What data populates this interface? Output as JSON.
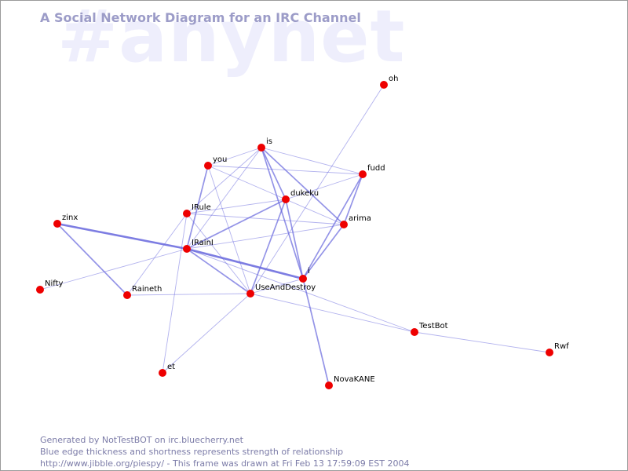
{
  "channel": "#anynet",
  "title": "A Social Network Diagram for an IRC Channel",
  "colors": {
    "node": "#ee0000",
    "edge": "#6666dd",
    "title": "#9c9cc8",
    "footer": "#7c7ca8",
    "watermark": "#eeeefc"
  },
  "footer": {
    "line1": "Generated by NotTestBOT on irc.bluecherry.net",
    "line2": "Blue edge thickness and shortness represents strength of relationship",
    "line3": "http://www.jibble.org/piespy/ - This frame was drawn at Fri Feb 13 17:59:09 EST 2004"
  },
  "nodes": [
    {
      "id": "oh",
      "label": "oh"
    },
    {
      "id": "is",
      "label": "is"
    },
    {
      "id": "you",
      "label": "you"
    },
    {
      "id": "fudd",
      "label": "fudd"
    },
    {
      "id": "dukeku",
      "label": "dukeku"
    },
    {
      "id": "IRule",
      "label": "IRule"
    },
    {
      "id": "arima",
      "label": "arima"
    },
    {
      "id": "zinx",
      "label": "zinx"
    },
    {
      "id": "IRainI",
      "label": "IRainI"
    },
    {
      "id": "i",
      "label": "i"
    },
    {
      "id": "Nifty",
      "label": "Nifty"
    },
    {
      "id": "UseAndDestroy",
      "label": "UseAndDestroy"
    },
    {
      "id": "Raineth",
      "label": "Raineth"
    },
    {
      "id": "TestBot",
      "label": "TestBot"
    },
    {
      "id": "Rwf",
      "label": "Rwf"
    },
    {
      "id": "et",
      "label": "et"
    },
    {
      "id": "NovaKANE",
      "label": "NovaKANE"
    }
  ],
  "edges": [
    {
      "source": "zinx",
      "target": "IRainI",
      "strength": 3
    },
    {
      "source": "IRainI",
      "target": "i",
      "strength": 3
    },
    {
      "source": "zinx",
      "target": "Raineth",
      "strength": 2
    },
    {
      "source": "is",
      "target": "i",
      "strength": 2
    },
    {
      "source": "dukeku",
      "target": "i",
      "strength": 2
    },
    {
      "source": "i",
      "target": "NovaKANE",
      "strength": 2
    },
    {
      "source": "fudd",
      "target": "i",
      "strength": 2
    },
    {
      "source": "IRainI",
      "target": "UseAndDestroy",
      "strength": 2
    },
    {
      "source": "is",
      "target": "arima",
      "strength": 2
    },
    {
      "source": "you",
      "target": "IRainI",
      "strength": 2
    },
    {
      "source": "dukeku",
      "target": "UseAndDestroy",
      "strength": 2
    },
    {
      "source": "is",
      "target": "dukeku",
      "strength": 2
    },
    {
      "source": "IRainI",
      "target": "dukeku",
      "strength": 2
    },
    {
      "source": "fudd",
      "target": "arima",
      "strength": 2
    },
    {
      "source": "arima",
      "target": "i",
      "strength": 2
    },
    {
      "source": "oh",
      "target": "UseAndDestroy",
      "strength": 1
    },
    {
      "source": "is",
      "target": "fudd",
      "strength": 1
    },
    {
      "source": "is",
      "target": "you",
      "strength": 1
    },
    {
      "source": "is",
      "target": "IRule",
      "strength": 1
    },
    {
      "source": "is",
      "target": "IRainI",
      "strength": 1
    },
    {
      "source": "you",
      "target": "fudd",
      "strength": 1
    },
    {
      "source": "you",
      "target": "dukeku",
      "strength": 1
    },
    {
      "source": "you",
      "target": "UseAndDestroy",
      "strength": 1
    },
    {
      "source": "fudd",
      "target": "dukeku",
      "strength": 1
    },
    {
      "source": "IRule",
      "target": "dukeku",
      "strength": 1
    },
    {
      "source": "IRule",
      "target": "UseAndDestroy",
      "strength": 1
    },
    {
      "source": "IRule",
      "target": "et",
      "strength": 1
    },
    {
      "source": "IRule",
      "target": "Raineth",
      "strength": 1
    },
    {
      "source": "IRule",
      "target": "arima",
      "strength": 1
    },
    {
      "source": "dukeku",
      "target": "arima",
      "strength": 1
    },
    {
      "source": "IRainI",
      "target": "arima",
      "strength": 1
    },
    {
      "source": "IRainI",
      "target": "Nifty",
      "strength": 1
    },
    {
      "source": "IRainI",
      "target": "TestBot",
      "strength": 1
    },
    {
      "source": "UseAndDestroy",
      "target": "TestBot",
      "strength": 1
    },
    {
      "source": "UseAndDestroy",
      "target": "et",
      "strength": 1
    },
    {
      "source": "UseAndDestroy",
      "target": "Raineth",
      "strength": 1
    },
    {
      "source": "UseAndDestroy",
      "target": "i",
      "strength": 1
    },
    {
      "source": "TestBot",
      "target": "Rwf",
      "strength": 1
    }
  ]
}
